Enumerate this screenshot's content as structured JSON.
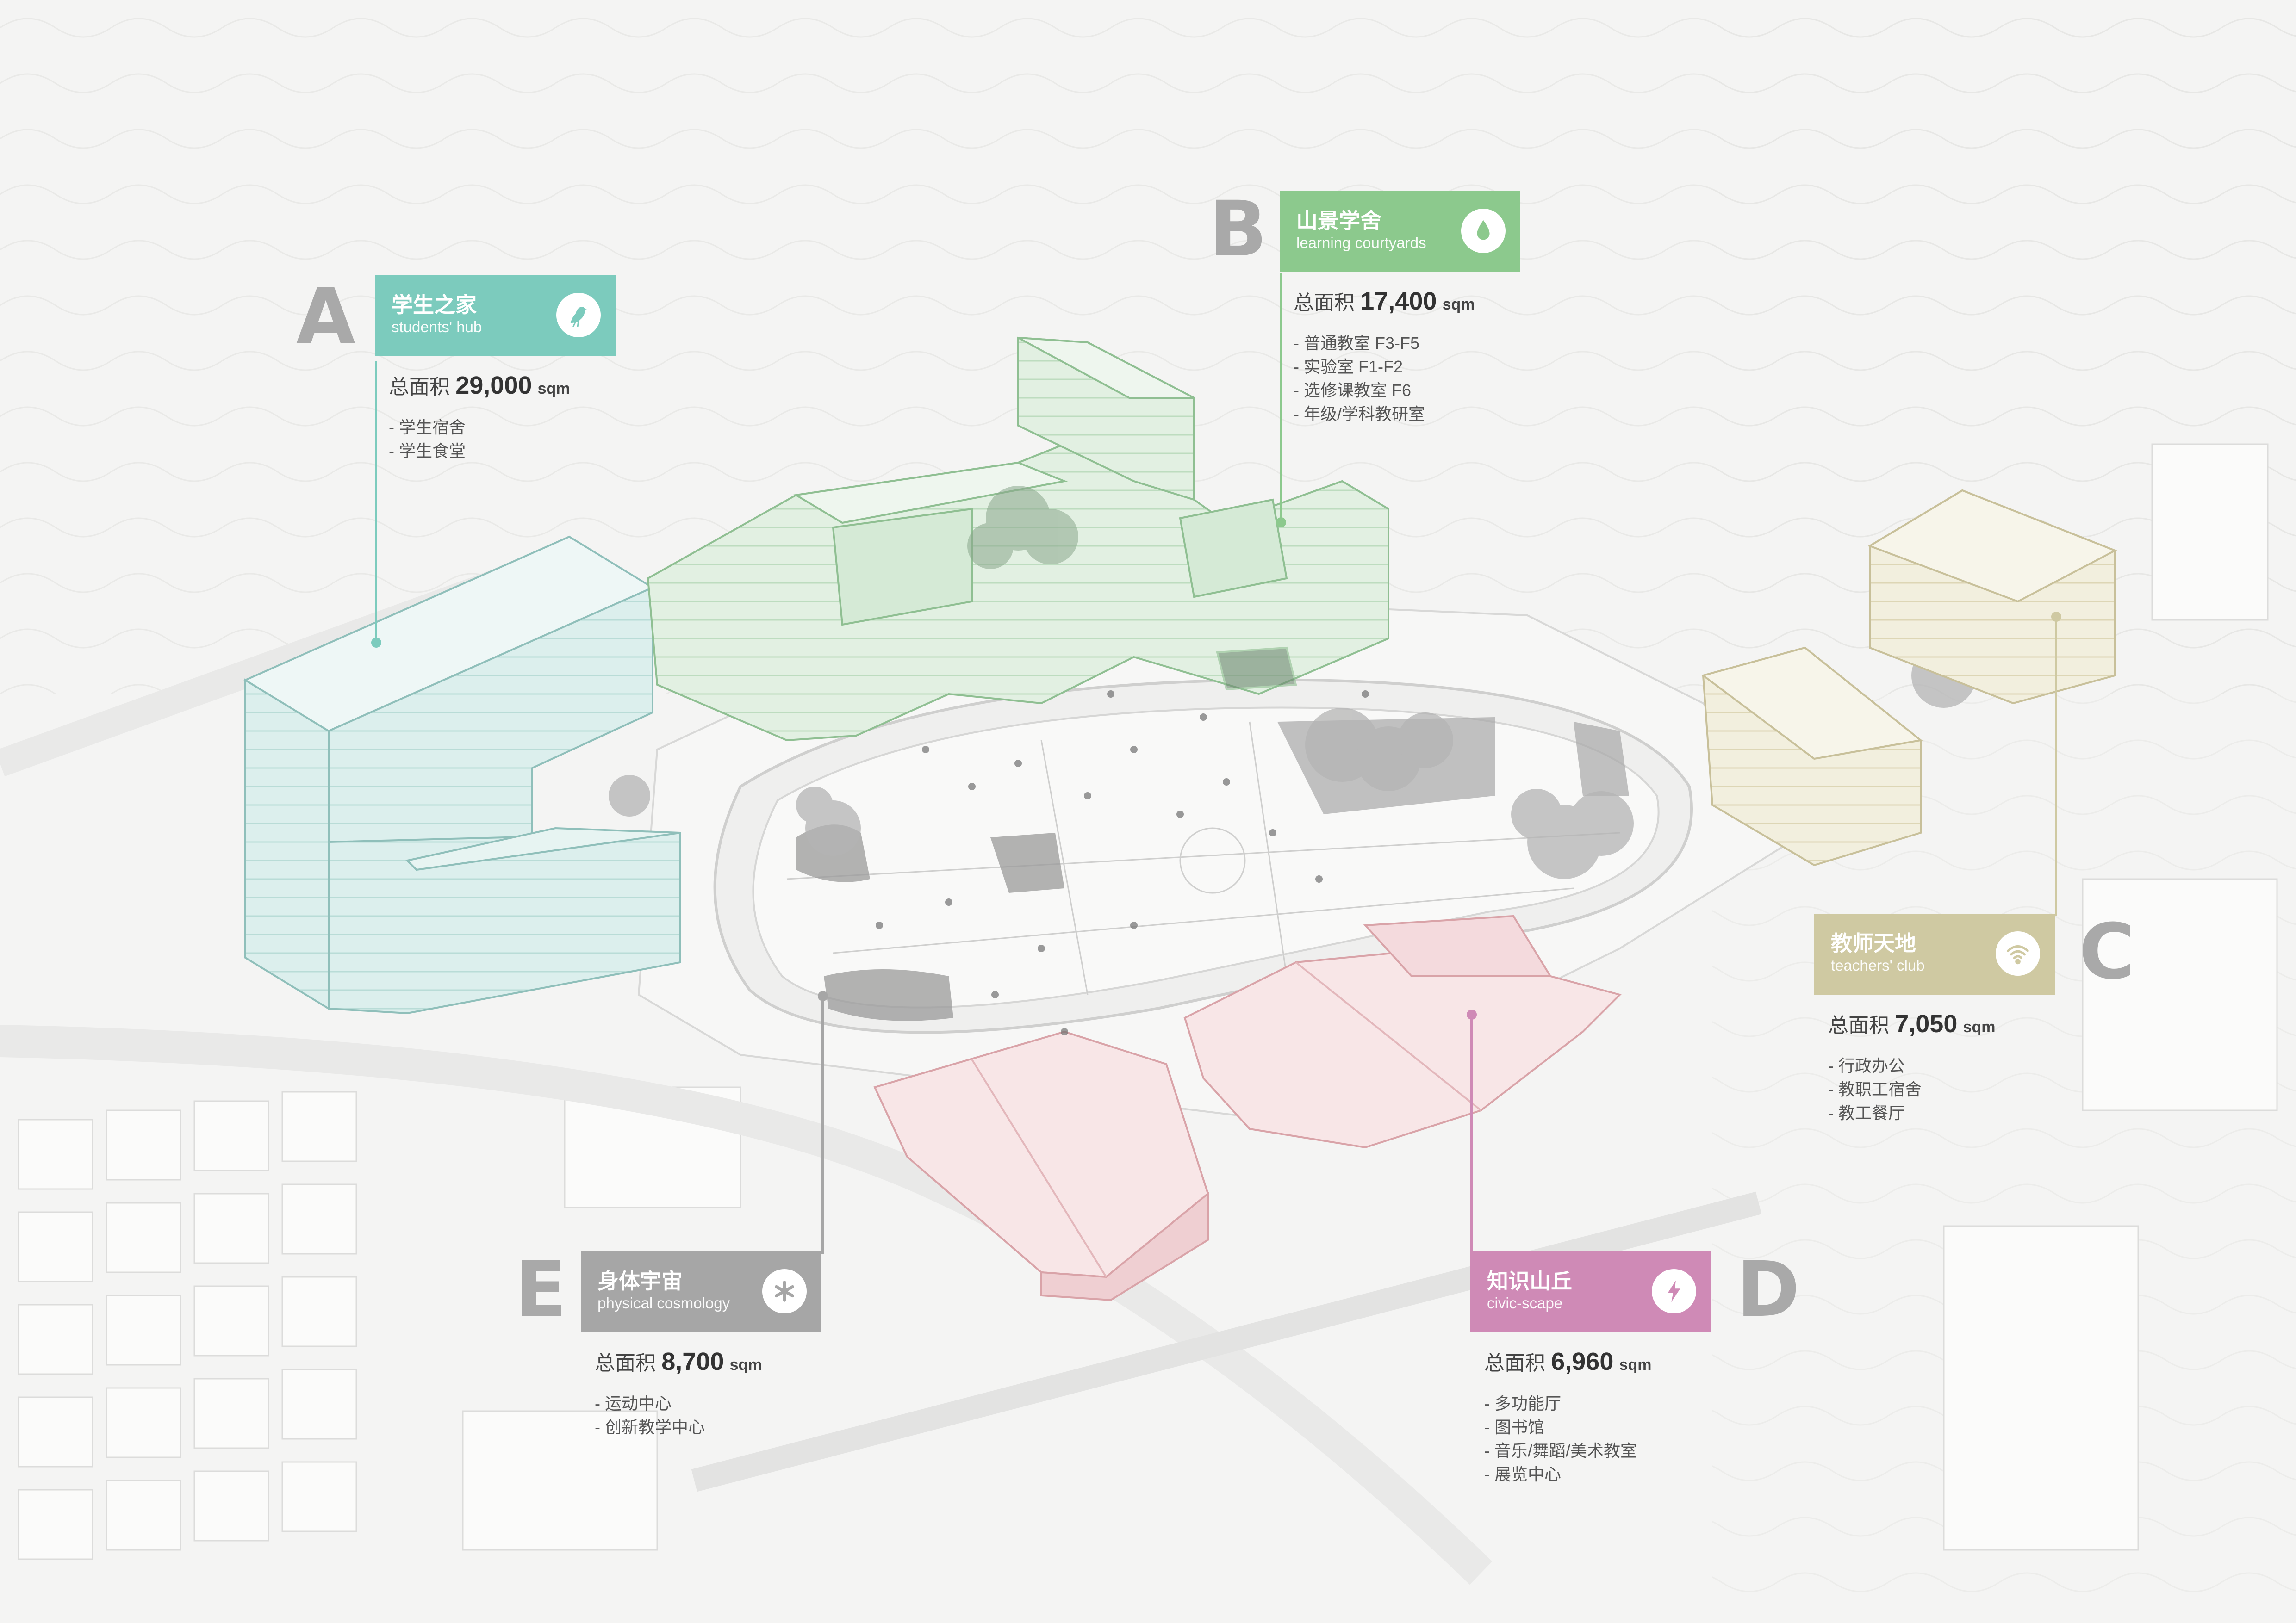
{
  "colors": {
    "zone_a": "#7ccbbd",
    "zone_b": "#8cc98d",
    "zone_c": "#cfc9a2",
    "zone_d": "#cf8ab6",
    "zone_e": "#a6a6a6",
    "letter": "#a9a9a9"
  },
  "zones": {
    "A": {
      "letter": "A",
      "title_zh": "学生之家",
      "title_en": "students' hub",
      "icon": "bird-icon",
      "area_prefix": "总面积",
      "area_value": "29,000",
      "area_unit": "sqm",
      "items": [
        "- 学生宿舍",
        "- 学生食堂"
      ]
    },
    "B": {
      "letter": "B",
      "title_zh": "山景学舍",
      "title_en": "learning courtyards",
      "icon": "droplet-icon",
      "area_prefix": "总面积",
      "area_value": "17,400",
      "area_unit": "sqm",
      "items": [
        "- 普通教室 F3-F5",
        "- 实验室 F1-F2",
        "- 选修课教室 F6",
        "- 年级/学科教研室"
      ]
    },
    "C": {
      "letter": "C",
      "title_zh": "教师天地",
      "title_en": "teachers' club",
      "icon": "wifi-icon",
      "area_prefix": "总面积",
      "area_value": "7,050",
      "area_unit": "sqm",
      "items": [
        "- 行政办公",
        "- 教职工宿舍",
        "- 教工餐厅"
      ]
    },
    "D": {
      "letter": "D",
      "title_zh": "知识山丘",
      "title_en": "civic-scape",
      "icon": "lightning-icon",
      "area_prefix": "总面积",
      "area_value": "6,960",
      "area_unit": "sqm",
      "items": [
        "- 多功能厅",
        "- 图书馆",
        "- 音乐/舞蹈/美术教室",
        "- 展览中心"
      ]
    },
    "E": {
      "letter": "E",
      "title_zh": "身体宇宙",
      "title_en": "physical cosmology",
      "icon": "asterisk-icon",
      "area_prefix": "总面积",
      "area_value": "8,700",
      "area_unit": "sqm",
      "items": [
        "- 运动中心",
        "- 创新教学中心"
      ]
    }
  }
}
